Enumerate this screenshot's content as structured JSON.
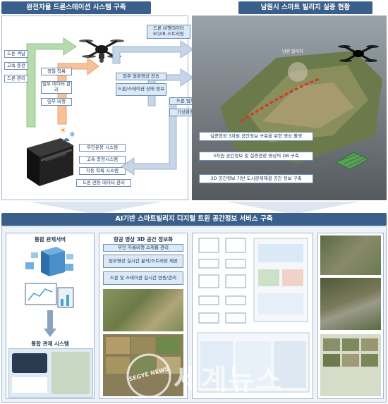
{
  "left_top": {
    "title": "완전자율 드론스테이션 시스템 구축",
    "green_items": [
      "드론 격납",
      "고속 충전",
      "드론 관리"
    ],
    "orange_items": [
      "정밀 착륙",
      "임무 데이터 관리",
      "임무 비행"
    ],
    "station_items": [
      "무인운용 시스템",
      "고속 충전시스템",
      "자동 착륙 시스템",
      "드론 연동 데이터 관리"
    ]
  },
  "middle": {
    "to_right_top": "드론 비행데이터 EO/IR 스트리밍",
    "mission_items": [
      "임무 원본영상 전송",
      "드론/스테이션 상태 정보"
    ],
    "from_right": [
      "드론 임무비행 정보",
      "기상환경/외부정보"
    ]
  },
  "right_top": {
    "title": "남원시 스마트 빌리지 실증 현황",
    "map_label": "남원 빌리지",
    "items": [
      "실증현장 3차원 공간정보 구축을 위한 영상 촬영",
      "3차원 공간정보 및 실증현장 영상의 DB 구축",
      "3D 공간정보 기반 도시문제해결 공간 정보 구축"
    ]
  },
  "bottom": {
    "title": "AI기반 스마트빌리지 디지털 트윈 공간정보 서비스 구축",
    "col1": {
      "title": "통합 관제서버",
      "subtitle": "통합 관제 시스템"
    },
    "col2": {
      "title": "항공 영상 3D 공간 정보화",
      "items": [
        "무인 자율비행 스케쥴 관리",
        "임무영상 실시간 분석/스트리밍 제공",
        "드론 및 스테이션 실시간 연동/관리"
      ]
    }
  },
  "watermark": {
    "text": "세계뉴스",
    "circle": "SEGYE NEWS"
  },
  "colors": {
    "header": "#3a5f8a",
    "green": "#a9d6a0",
    "orange": "#f5b98a",
    "blue": "#dbe8f6"
  }
}
